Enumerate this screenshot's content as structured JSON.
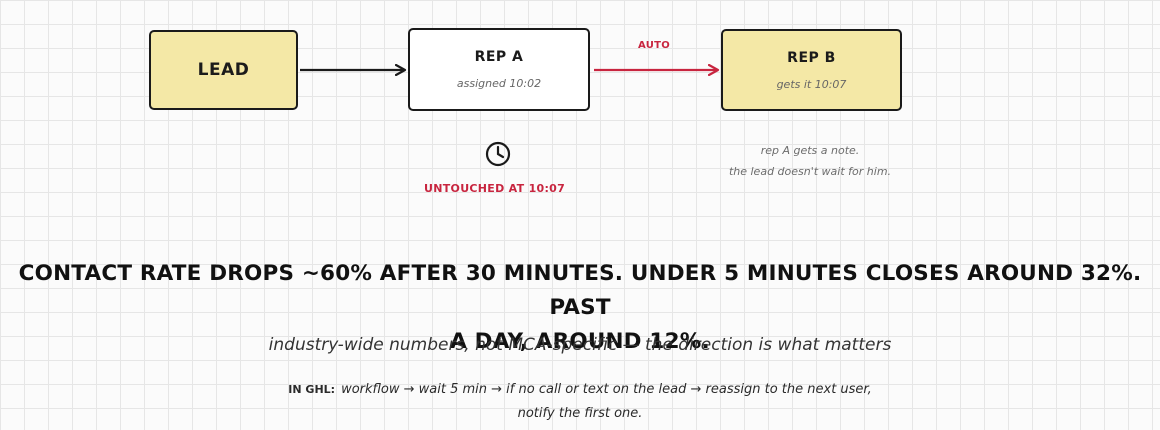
{
  "nodes": {
    "lead": {
      "title": "LEAD"
    },
    "rep_a": {
      "title": "REP A",
      "subtitle": "assigned 10:02"
    },
    "rep_b": {
      "title": "REP B",
      "subtitle": "gets it 10:07"
    }
  },
  "edges": {
    "rep_a_to_rep_b_label": "AUTO"
  },
  "timer": {
    "icon": "clock-icon",
    "label": "UNTOUCHED AT 10:07"
  },
  "note": {
    "line1": "rep A gets a note.",
    "line2": "the lead doesn't wait for him."
  },
  "headline": {
    "line1": "CONTACT RATE DROPS ~60% AFTER 30 MINUTES. UNDER 5 MINUTES CLOSES AROUND 32%. PAST",
    "line2": "A DAY, AROUND 12%."
  },
  "subline": "industry-wide numbers, not MCA-specific — the direction is what matters",
  "ghl": {
    "prefix": "IN GHL:",
    "line1": "workflow → wait 5 min → if no call or text on the lead → reassign to the next user,",
    "line2": "notify the first one."
  },
  "colors": {
    "yellow_box": "#f4e8a6",
    "accent_red": "#c8253f",
    "ink": "#1a1a1a"
  }
}
